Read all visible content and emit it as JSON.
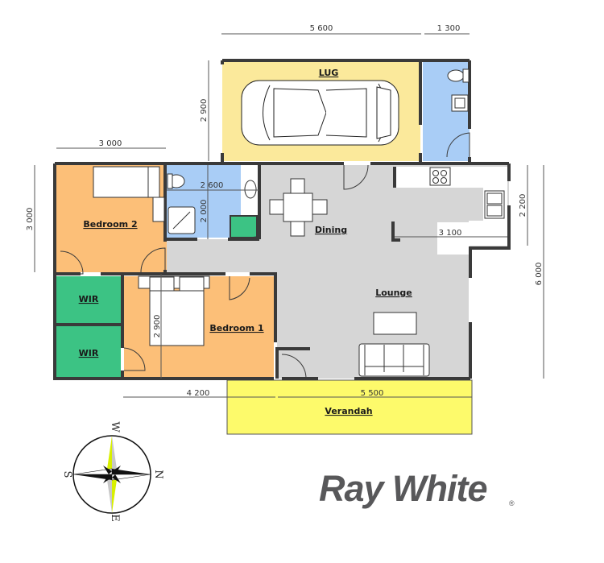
{
  "plan": {
    "rooms": {
      "garage": "LUG",
      "bedroom2": "Bedroom 2",
      "bedroom1": "Bedroom 1",
      "wir_top": "WIR",
      "wir_bottom": "WIR",
      "dining": "Dining",
      "lounge": "Lounge",
      "verandah": "Verandah"
    },
    "dimensions": {
      "garage_width": "5 600",
      "garage_wc_width": "1 300",
      "garage_depth": "2 900",
      "bedroom2_width": "3 000",
      "bedroom2_depth": "3 000",
      "bathroom_width": "2 600",
      "bathroom_depth": "2 000",
      "bedroom1_depth": "2 900",
      "kitchen_width": "3 100",
      "kitchen_depth": "2 200",
      "house_depth": "6 000",
      "bedroom1_width": "4 200",
      "verandah_width": "5 500"
    },
    "colors": {
      "garage": "#fbe99b",
      "bathroom": "#a9cdf6",
      "bedroom": "#fcbf78",
      "wir": "#3cc384",
      "living": "#d6d6d6",
      "verandah": "#fdfa6b",
      "wall": "#3a3a3a"
    }
  },
  "compass": {
    "north": "N",
    "south": "S",
    "east": "E",
    "west": "W"
  },
  "brand": {
    "name": "Ray White",
    "registered": "®"
  }
}
